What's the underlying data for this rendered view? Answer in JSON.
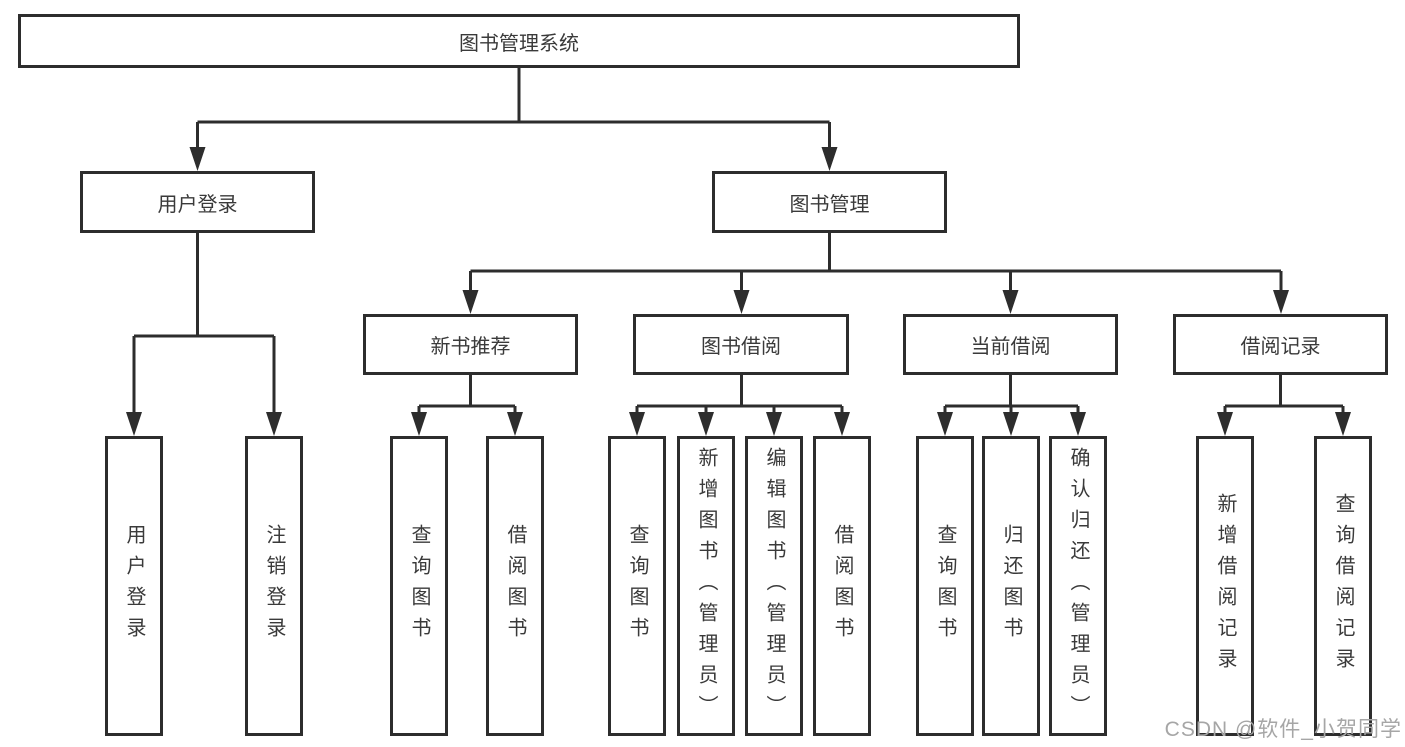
{
  "nodes": {
    "root": {
      "label": "图书管理系统"
    },
    "user_login": {
      "label": "用户登录"
    },
    "book_management": {
      "label": "图书管理"
    },
    "new_book_recommend": {
      "label": "新书推荐"
    },
    "book_borrow": {
      "label": "图书借阅"
    },
    "current_borrow": {
      "label": "当前借阅"
    },
    "borrow_records": {
      "label": "借阅记录"
    },
    "leaf_user_login": {
      "label": "用户登录"
    },
    "leaf_logout": {
      "label": "注销登录"
    },
    "leaf_nb_query_books": {
      "label": "查询图书"
    },
    "leaf_nb_borrow_books": {
      "label": "借阅图书"
    },
    "leaf_bb_query_books": {
      "label": "查询图书"
    },
    "leaf_bb_add_books": {
      "label": "新增图书（管理员）"
    },
    "leaf_bb_edit_books": {
      "label": "编辑图书（管理员）"
    },
    "leaf_bb_borrow_books": {
      "label": "借阅图书"
    },
    "leaf_cb_query_books": {
      "label": "查询图书"
    },
    "leaf_cb_return_books": {
      "label": "归还图书"
    },
    "leaf_cb_confirm_return": {
      "label": "确认归还（管理员）"
    },
    "leaf_br_add_record": {
      "label": "新增借阅记录"
    },
    "leaf_br_query_record": {
      "label": "查询借阅记录"
    }
  },
  "hierarchy": {
    "图书管理系统": [
      "用户登录",
      "图书管理"
    ],
    "用户登录": [
      "用户登录",
      "注销登录"
    ],
    "图书管理": [
      "新书推荐",
      "图书借阅",
      "当前借阅",
      "借阅记录"
    ],
    "新书推荐": [
      "查询图书",
      "借阅图书"
    ],
    "图书借阅": [
      "查询图书",
      "新增图书（管理员）",
      "编辑图书（管理员）",
      "借阅图书"
    ],
    "当前借阅": [
      "查询图书",
      "归还图书",
      "确认归还（管理员）"
    ],
    "借阅记录": [
      "新增借阅记录",
      "查询借阅记录"
    ]
  },
  "watermark": {
    "text": "CSDN @软件_小贺同学"
  },
  "colors": {
    "line": "#2d2d2d",
    "text": "#3a3a3a",
    "watermark": "#a6a6a6",
    "background": "#ffffff"
  }
}
